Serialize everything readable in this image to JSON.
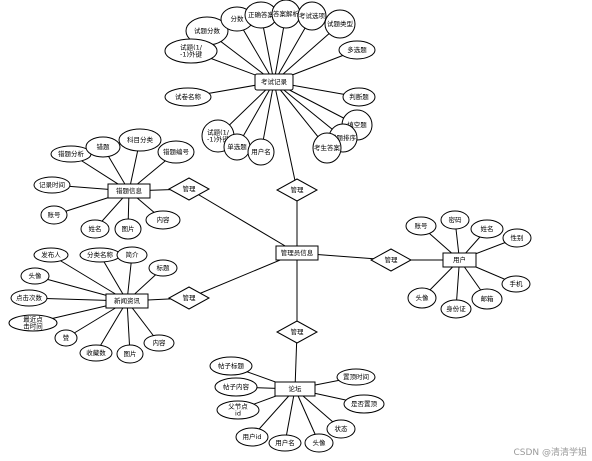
{
  "diagram": {
    "entities": [
      {
        "id": "exam",
        "label": "考试记录"
      },
      {
        "id": "topic",
        "label": "错题信息"
      },
      {
        "id": "news",
        "label": "新闻资讯"
      },
      {
        "id": "admin",
        "label": "管理员信息"
      },
      {
        "id": "user",
        "label": "用户"
      },
      {
        "id": "forum",
        "label": "论坛"
      }
    ],
    "relations": [
      {
        "id": "r_exam",
        "label": "管理"
      },
      {
        "id": "r_topic",
        "label": "管理"
      },
      {
        "id": "r_news",
        "label": "管理"
      },
      {
        "id": "r_user",
        "label": "管理"
      },
      {
        "id": "r_forum",
        "label": "管理"
      }
    ],
    "attributes": {
      "exam": [
        "试题分数",
        "分数",
        "正确答案",
        "答案解析",
        "考试选项",
        "试题类型",
        "试题(1/-1)外键",
        "多选题",
        "试卷名称",
        "判断题",
        "填空题",
        "试题排序",
        "考生答案",
        "试题(1/-1)外键",
        "单选题",
        "用户名"
      ],
      "topic": [
        "错题分析",
        "错题",
        "科目分类",
        "错题编号",
        "记录时间",
        "账号",
        "姓名",
        "图片",
        "内容"
      ],
      "news": [
        "发布人",
        "分类名称",
        "简介",
        "标题",
        "头像",
        "点击次数",
        "最近点击时间",
        "赞",
        "收藏数",
        "图片",
        "内容"
      ],
      "user": [
        "账号",
        "密码",
        "姓名",
        "性别",
        "手机",
        "邮箱",
        "身份证",
        "头像"
      ],
      "forum": [
        "帖子标题",
        "帖子内容",
        "父节点id",
        "用户id",
        "用户名",
        "头像",
        "状态",
        "是否置顶",
        "置顶时间"
      ]
    }
  },
  "watermark": "CSDN @清清学姐"
}
